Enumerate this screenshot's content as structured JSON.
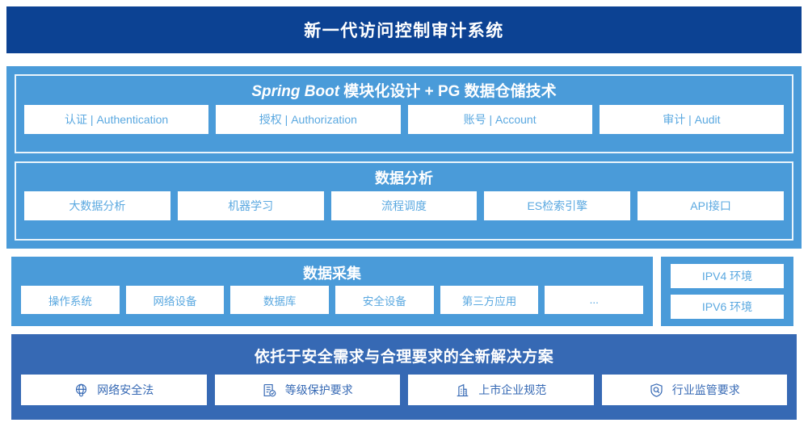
{
  "header": {
    "title": "新一代访问控制审计系统"
  },
  "main": {
    "platform": {
      "title_lead": "Spring Boot",
      "title_rest": " 模块化设计 + PG 数据仓储技术",
      "cards": [
        {
          "label": "认证 | Authentication"
        },
        {
          "label": "授权 | Authorization"
        },
        {
          "label": "账号 | Account"
        },
        {
          "label": "审计 | Audit"
        }
      ]
    },
    "analysis": {
      "title": "数据分析",
      "cards": [
        {
          "label": "大数据分析"
        },
        {
          "label": "机器学习"
        },
        {
          "label": "流程调度"
        },
        {
          "label": "ES检索引擎"
        },
        {
          "label": "API接口"
        }
      ]
    }
  },
  "collection": {
    "title": "数据采集",
    "cards": [
      {
        "label": "操作系统"
      },
      {
        "label": "网络设备"
      },
      {
        "label": "数据库"
      },
      {
        "label": "安全设备"
      },
      {
        "label": "第三方应用"
      },
      {
        "label": "..."
      }
    ]
  },
  "environment": {
    "cards": [
      {
        "label": "IPV4 环境"
      },
      {
        "label": "IPV6 环境"
      }
    ]
  },
  "compliance": {
    "title": "依托于安全需求与合理要求的全新解决方案",
    "cards": [
      {
        "label": "网络安全法",
        "icon": "globe-network-icon"
      },
      {
        "label": "等级保护要求",
        "icon": "document-check-icon"
      },
      {
        "label": "上市企业规范",
        "icon": "bank-building-icon"
      },
      {
        "label": "行业监管要求",
        "icon": "shield-search-icon"
      }
    ]
  },
  "colors": {
    "header_navy": "#0c4293",
    "panel_blue": "#4a9bd9",
    "bottom_blue": "#3669b4",
    "card_text_blue": "#5aa8e0",
    "bottom_card_text": "#3669b4",
    "card_white": "#ffffff"
  }
}
